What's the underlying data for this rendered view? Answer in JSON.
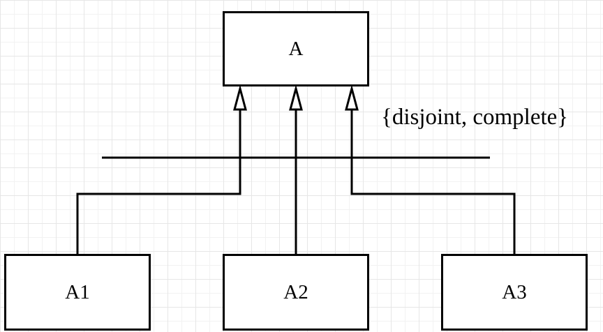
{
  "diagram": {
    "type": "uml-generalization",
    "superclass": {
      "label": "A"
    },
    "subclasses": [
      {
        "label": "A1"
      },
      {
        "label": "A2"
      },
      {
        "label": "A3"
      }
    ],
    "constraint": "{disjoint, complete}",
    "colors": {
      "stroke": "#000000",
      "background": "#ffffff",
      "grid": "#e6e6e6"
    }
  }
}
